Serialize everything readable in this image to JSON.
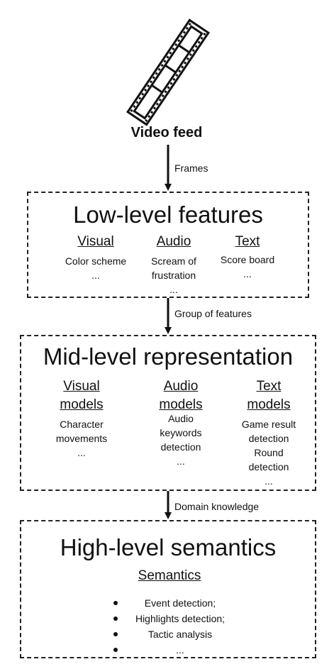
{
  "source": {
    "label": "Video feed"
  },
  "edges": [
    {
      "label": "Frames"
    },
    {
      "label": "Group of features"
    },
    {
      "label": "Domain knowledge"
    }
  ],
  "low": {
    "title": "Low-level features",
    "columns": [
      {
        "head": "Visual",
        "lines": [
          "Color scheme",
          "..."
        ]
      },
      {
        "head": "Audio",
        "lines": [
          "Scream of",
          "frustration",
          "..."
        ]
      },
      {
        "head": "Text",
        "lines": [
          "Score board",
          "..."
        ]
      }
    ]
  },
  "mid": {
    "title": "Mid-level representation",
    "columns": [
      {
        "head": [
          "Visual",
          "models"
        ],
        "lines": [
          "Character",
          "movements",
          "..."
        ]
      },
      {
        "head": [
          "Audio",
          "models"
        ],
        "lines": [
          "Audio",
          "keywords",
          "detection",
          "..."
        ]
      },
      {
        "head": [
          "Text",
          "models"
        ],
        "lines": [
          "Game result",
          "detection",
          "Round",
          "detection",
          "..."
        ]
      }
    ]
  },
  "high": {
    "title": "High-level semantics",
    "heading": "Semantics",
    "items": [
      "Event detection;",
      "Highlights detection;",
      "Tactic analysis",
      "..."
    ]
  }
}
